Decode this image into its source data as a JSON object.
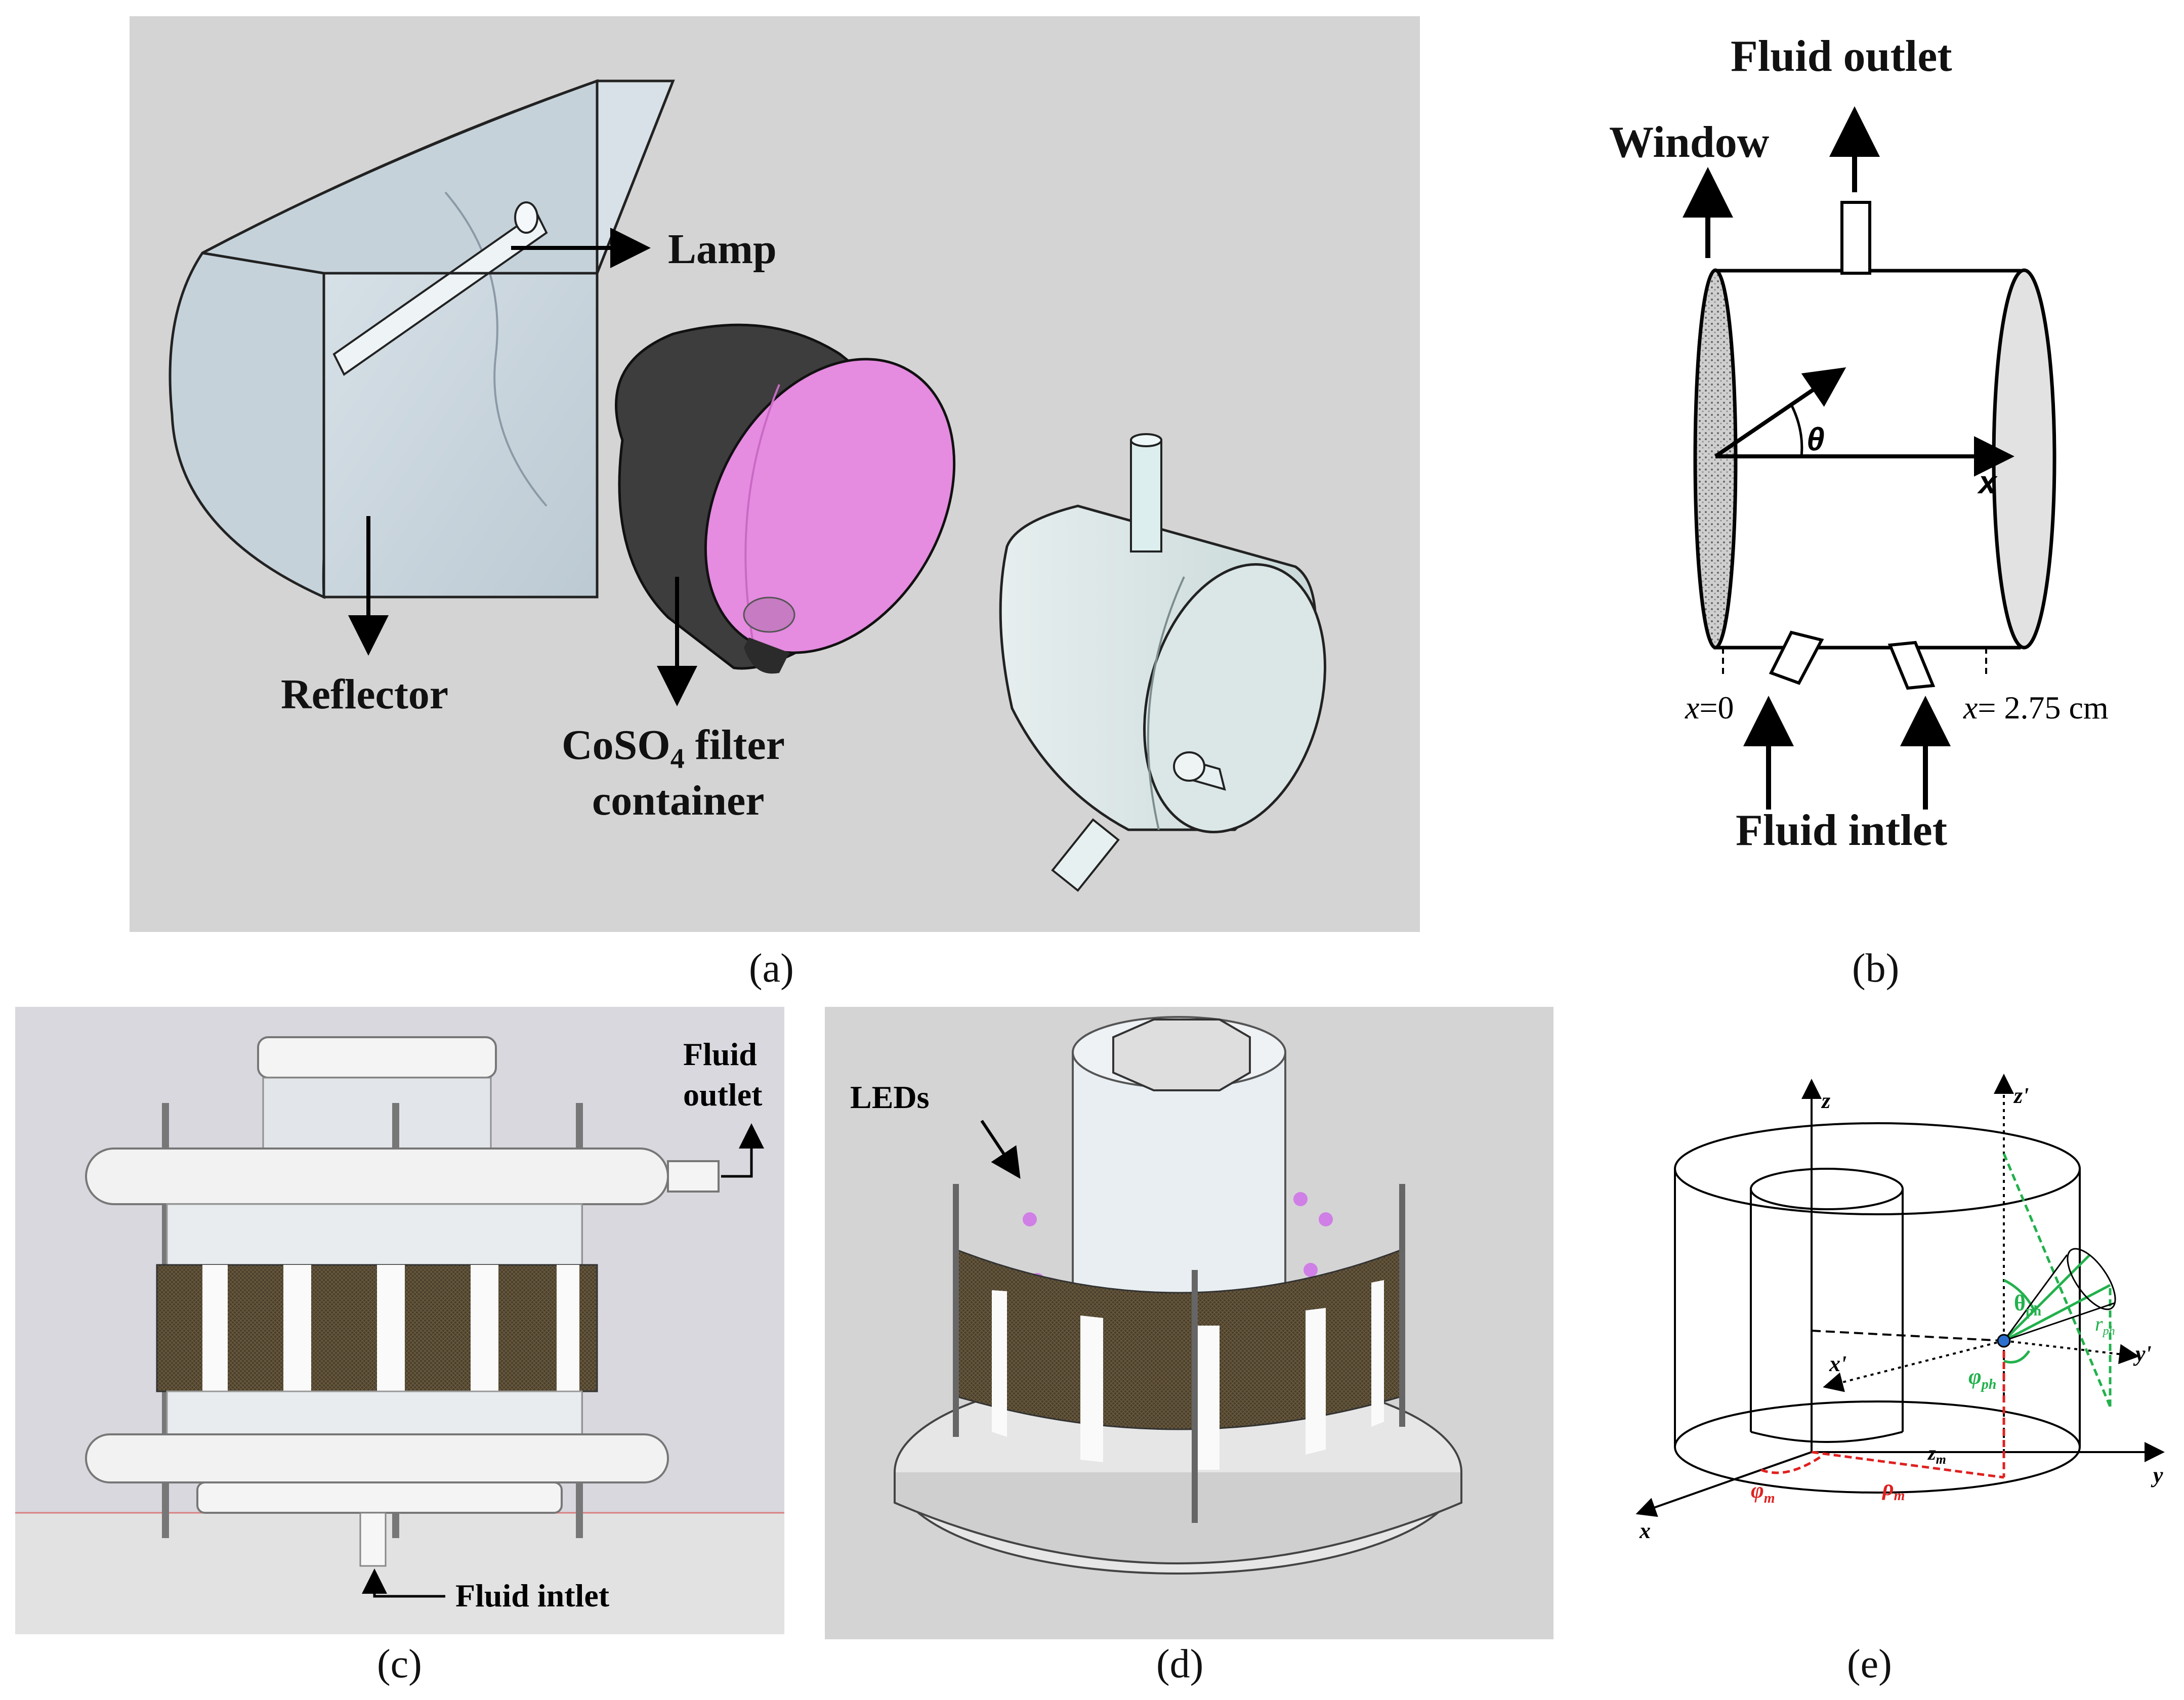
{
  "panel_a": {
    "caption": "(a)",
    "lamp": "Lamp",
    "reflector": "Reflector",
    "filter_line1_pre": "CoSO",
    "filter_line1_sub": "4",
    "filter_line1_post": " filter",
    "filter_line2": "container"
  },
  "panel_b": {
    "caption": "(b)",
    "fluid_outlet": "Fluid outlet",
    "window": "Window",
    "theta": "θ",
    "x_axis": "x",
    "x0_var": "x",
    "x0_val": "=0",
    "xend_var": "x",
    "xend_val": "= 2.75 cm",
    "fluid_inlet": "Fluid intlet"
  },
  "panel_c": {
    "caption": "(c)",
    "fluid_outlet_1": "Fluid",
    "fluid_outlet_2": "outlet",
    "fluid_inlet": "Fluid intlet"
  },
  "panel_d": {
    "caption": "(d)",
    "leds": "LEDs"
  },
  "panel_e": {
    "caption": "(e)",
    "z": "z",
    "zp": "z'",
    "x": "x",
    "xp": "x'",
    "y": "y",
    "yp": "y'",
    "theta_ph": "θ",
    "theta_ph_sub": "ph",
    "phi_ph": "φ",
    "phi_ph_sub": "ph",
    "r_ph": "r",
    "r_ph_sub": "ph",
    "phi_m": "φ",
    "phi_m_sub": "m",
    "rho_m": "ρ",
    "rho_m_sub": "m",
    "z_m": "z",
    "z_m_sub": "m"
  },
  "colors": {
    "panel_bg": "#d4d4d4",
    "metal_light": "#c9d4dc",
    "filter_dark": "#3d3d3d",
    "filter_pink": "#e58be0",
    "reactor_glass": "#d8e4e4",
    "led_band": "#4a3f2c",
    "led_purple": "#cf7fe6",
    "green": "#22b14c",
    "red": "#e02020"
  }
}
